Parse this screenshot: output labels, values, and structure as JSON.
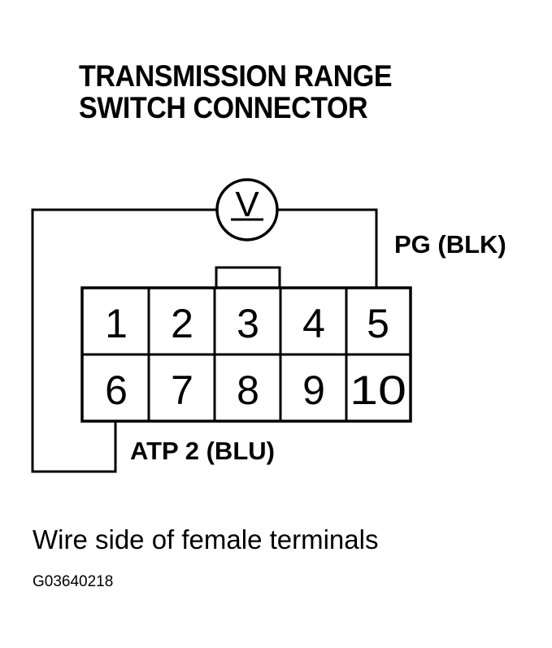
{
  "title": {
    "line1": "TRANSMISSION RANGE",
    "line2": "SWITCH CONNECTOR"
  },
  "meter": {
    "symbol": "V",
    "icon": "voltmeter-icon"
  },
  "wires": {
    "pg_label": "PG (BLK)",
    "atp_label": "ATP 2 (BLU)"
  },
  "connector": {
    "top_row": [
      "1",
      "2",
      "3",
      "4",
      "5"
    ],
    "bottom_row": [
      "6",
      "7",
      "8",
      "9",
      "10"
    ]
  },
  "caption": "Wire side of female terminals",
  "figure_code": "G03640218"
}
